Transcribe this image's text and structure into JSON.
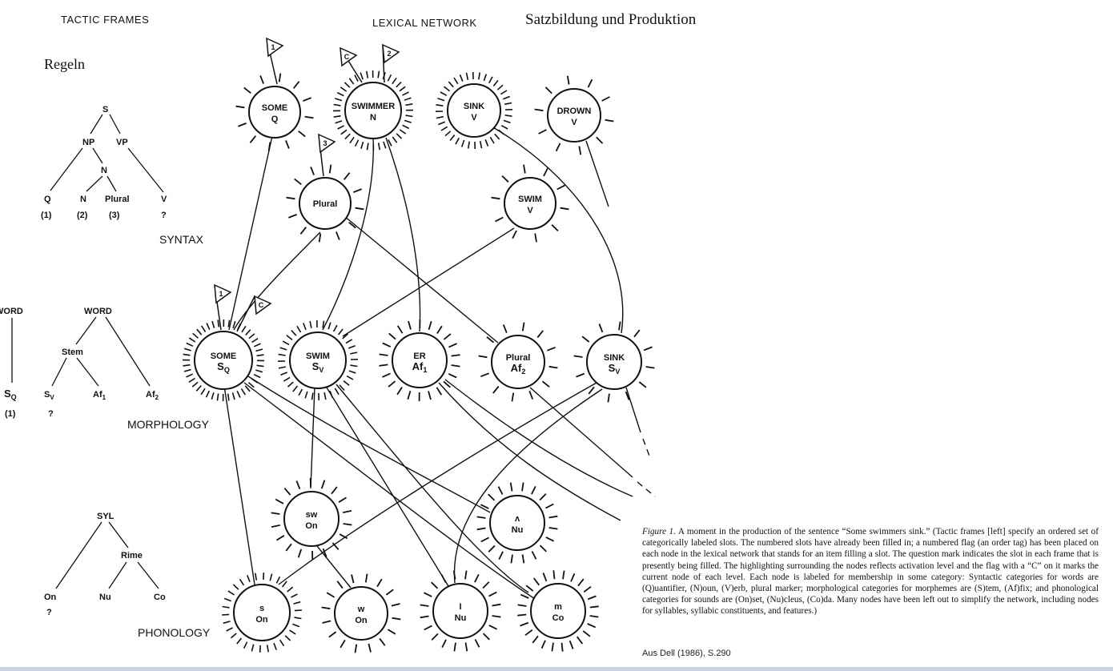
{
  "headers": {
    "tactic_frames": "TACTIC FRAMES",
    "lexical_network": "LEXICAL NETWORK",
    "title": "Satzbildung und Produktion",
    "rules": "Regeln"
  },
  "levels": {
    "syntax": "SYNTAX",
    "morphology": "MORPHOLOGY",
    "phonology": "PHONOLOGY"
  },
  "syntax_tree": {
    "s": "S",
    "np": "NP",
    "vp": "VP",
    "n_mid": "N",
    "q": "Q",
    "n": "N",
    "plural": "Plural",
    "v": "V",
    "slot_1": "(1)",
    "slot_2": "(2)",
    "slot_3": "(3)",
    "slot_q": "?"
  },
  "morph_tree": {
    "word_left": "WORD",
    "word": "WORD",
    "stem": "Stem",
    "sq_main": "S",
    "sq_sub": "Q",
    "sv_main": "S",
    "sv_sub": "V",
    "af1_main": "Af",
    "af1_sub": "1",
    "af2_main": "Af",
    "af2_sub": "2",
    "slot_1": "(1)",
    "slot_q": "?"
  },
  "phon_tree": {
    "syl": "SYL",
    "rime": "Rime",
    "on": "On",
    "nu": "Nu",
    "co": "Co",
    "slot_q": "?"
  },
  "nodes": [
    {
      "id": "some_q",
      "line1": "SOME",
      "line2": "Q",
      "line2_sub": ""
    },
    {
      "id": "swimmer_n",
      "line1": "SWIMMER",
      "line2": "N",
      "line2_sub": ""
    },
    {
      "id": "sink_v",
      "line1": "SINK",
      "line2": "V",
      "line2_sub": ""
    },
    {
      "id": "drown_v",
      "line1": "DROWN",
      "line2": "V",
      "line2_sub": ""
    },
    {
      "id": "plural",
      "line1": "Plural",
      "line2": "",
      "line2_sub": ""
    },
    {
      "id": "swim_v",
      "line1": "SWIM",
      "line2": "V",
      "line2_sub": ""
    },
    {
      "id": "some_sq",
      "line1": "SOME",
      "line2": "S",
      "line2_sub": "Q"
    },
    {
      "id": "swim_sv",
      "line1": "SWIM",
      "line2": "S",
      "line2_sub": "V"
    },
    {
      "id": "er_af1",
      "line1": "ER",
      "line2": "Af",
      "line2_sub": "1"
    },
    {
      "id": "plural_af2",
      "line1": "Plural",
      "line2": "Af",
      "line2_sub": "2"
    },
    {
      "id": "sink_sv",
      "line1": "SINK",
      "line2": "S",
      "line2_sub": "V"
    },
    {
      "id": "sw_on",
      "line1": "sw",
      "line2": "On",
      "line2_sub": ""
    },
    {
      "id": "lambda_nu",
      "line1": "ʌ",
      "line2": "Nu",
      "line2_sub": ""
    },
    {
      "id": "s_on",
      "line1": "s",
      "line2": "On",
      "line2_sub": ""
    },
    {
      "id": "w_on",
      "line1": "w",
      "line2": "On",
      "line2_sub": ""
    },
    {
      "id": "i_nu",
      "line1": "I",
      "line2": "Nu",
      "line2_sub": ""
    },
    {
      "id": "m_co",
      "line1": "m",
      "line2": "Co",
      "line2_sub": ""
    }
  ],
  "flags": [
    "1",
    "C",
    "2",
    "3",
    "1",
    "C"
  ],
  "caption": {
    "figure_label": "Figure 1.",
    "text": "A moment in the production of the sentence “Some swimmers sink.” (Tactic frames [left] specify an ordered set of categorically labeled slots. The numbered slots have already been filled in; a numbered flag (an order tag) has been placed on each node in the lexical network that stands for an item filling a slot. The question mark indicates the slot in each frame that is presently being filled. The highlighting surrounding the nodes reflects activation level and the flag with a “C” on it marks the current node of each level. Each node is labeled for membership in some category: Syntactic categories for words are (Q)uantifier, (N)oun, (V)erb, plural marker; morphological categories for morphemes are (S)tem, (Af)fix; and phonological categories for sounds are (On)set, (Nu)cleus, (Co)da. Many nodes have been left out to simplify the network, including nodes for syllables, syllabic constituents, and features.)"
  },
  "source": "Aus Dell (1986), S.290"
}
